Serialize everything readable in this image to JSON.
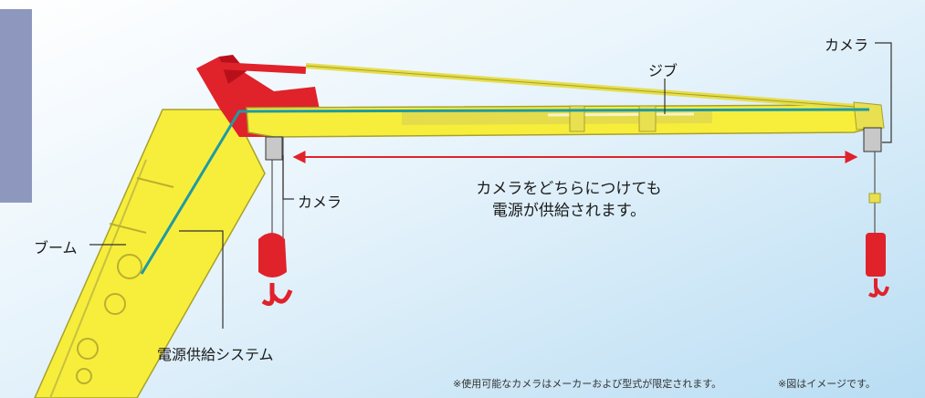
{
  "labels": {
    "camera_top_right": "カメラ",
    "jib": "ジブ",
    "camera_left": "カメラ",
    "boom": "ブーム",
    "power_system": "電源供給システム"
  },
  "message": {
    "line1": "カメラをどちらにつけても",
    "line2": "電源が供給されます。"
  },
  "notes": {
    "camera_limit": "※使用可能なカメラはメーカーおよび型式が限定されます。",
    "image_note": "※図はイメージです。"
  },
  "colors": {
    "crane_yellow": "#f7ee3c",
    "crane_red": "#e0222b",
    "power_line_teal": "#1f9aa3",
    "arrow_red": "#e0222b",
    "background_top": "#ffffff",
    "background_bottom": "#bfe0f4",
    "side_tab": "#8e98bf"
  }
}
